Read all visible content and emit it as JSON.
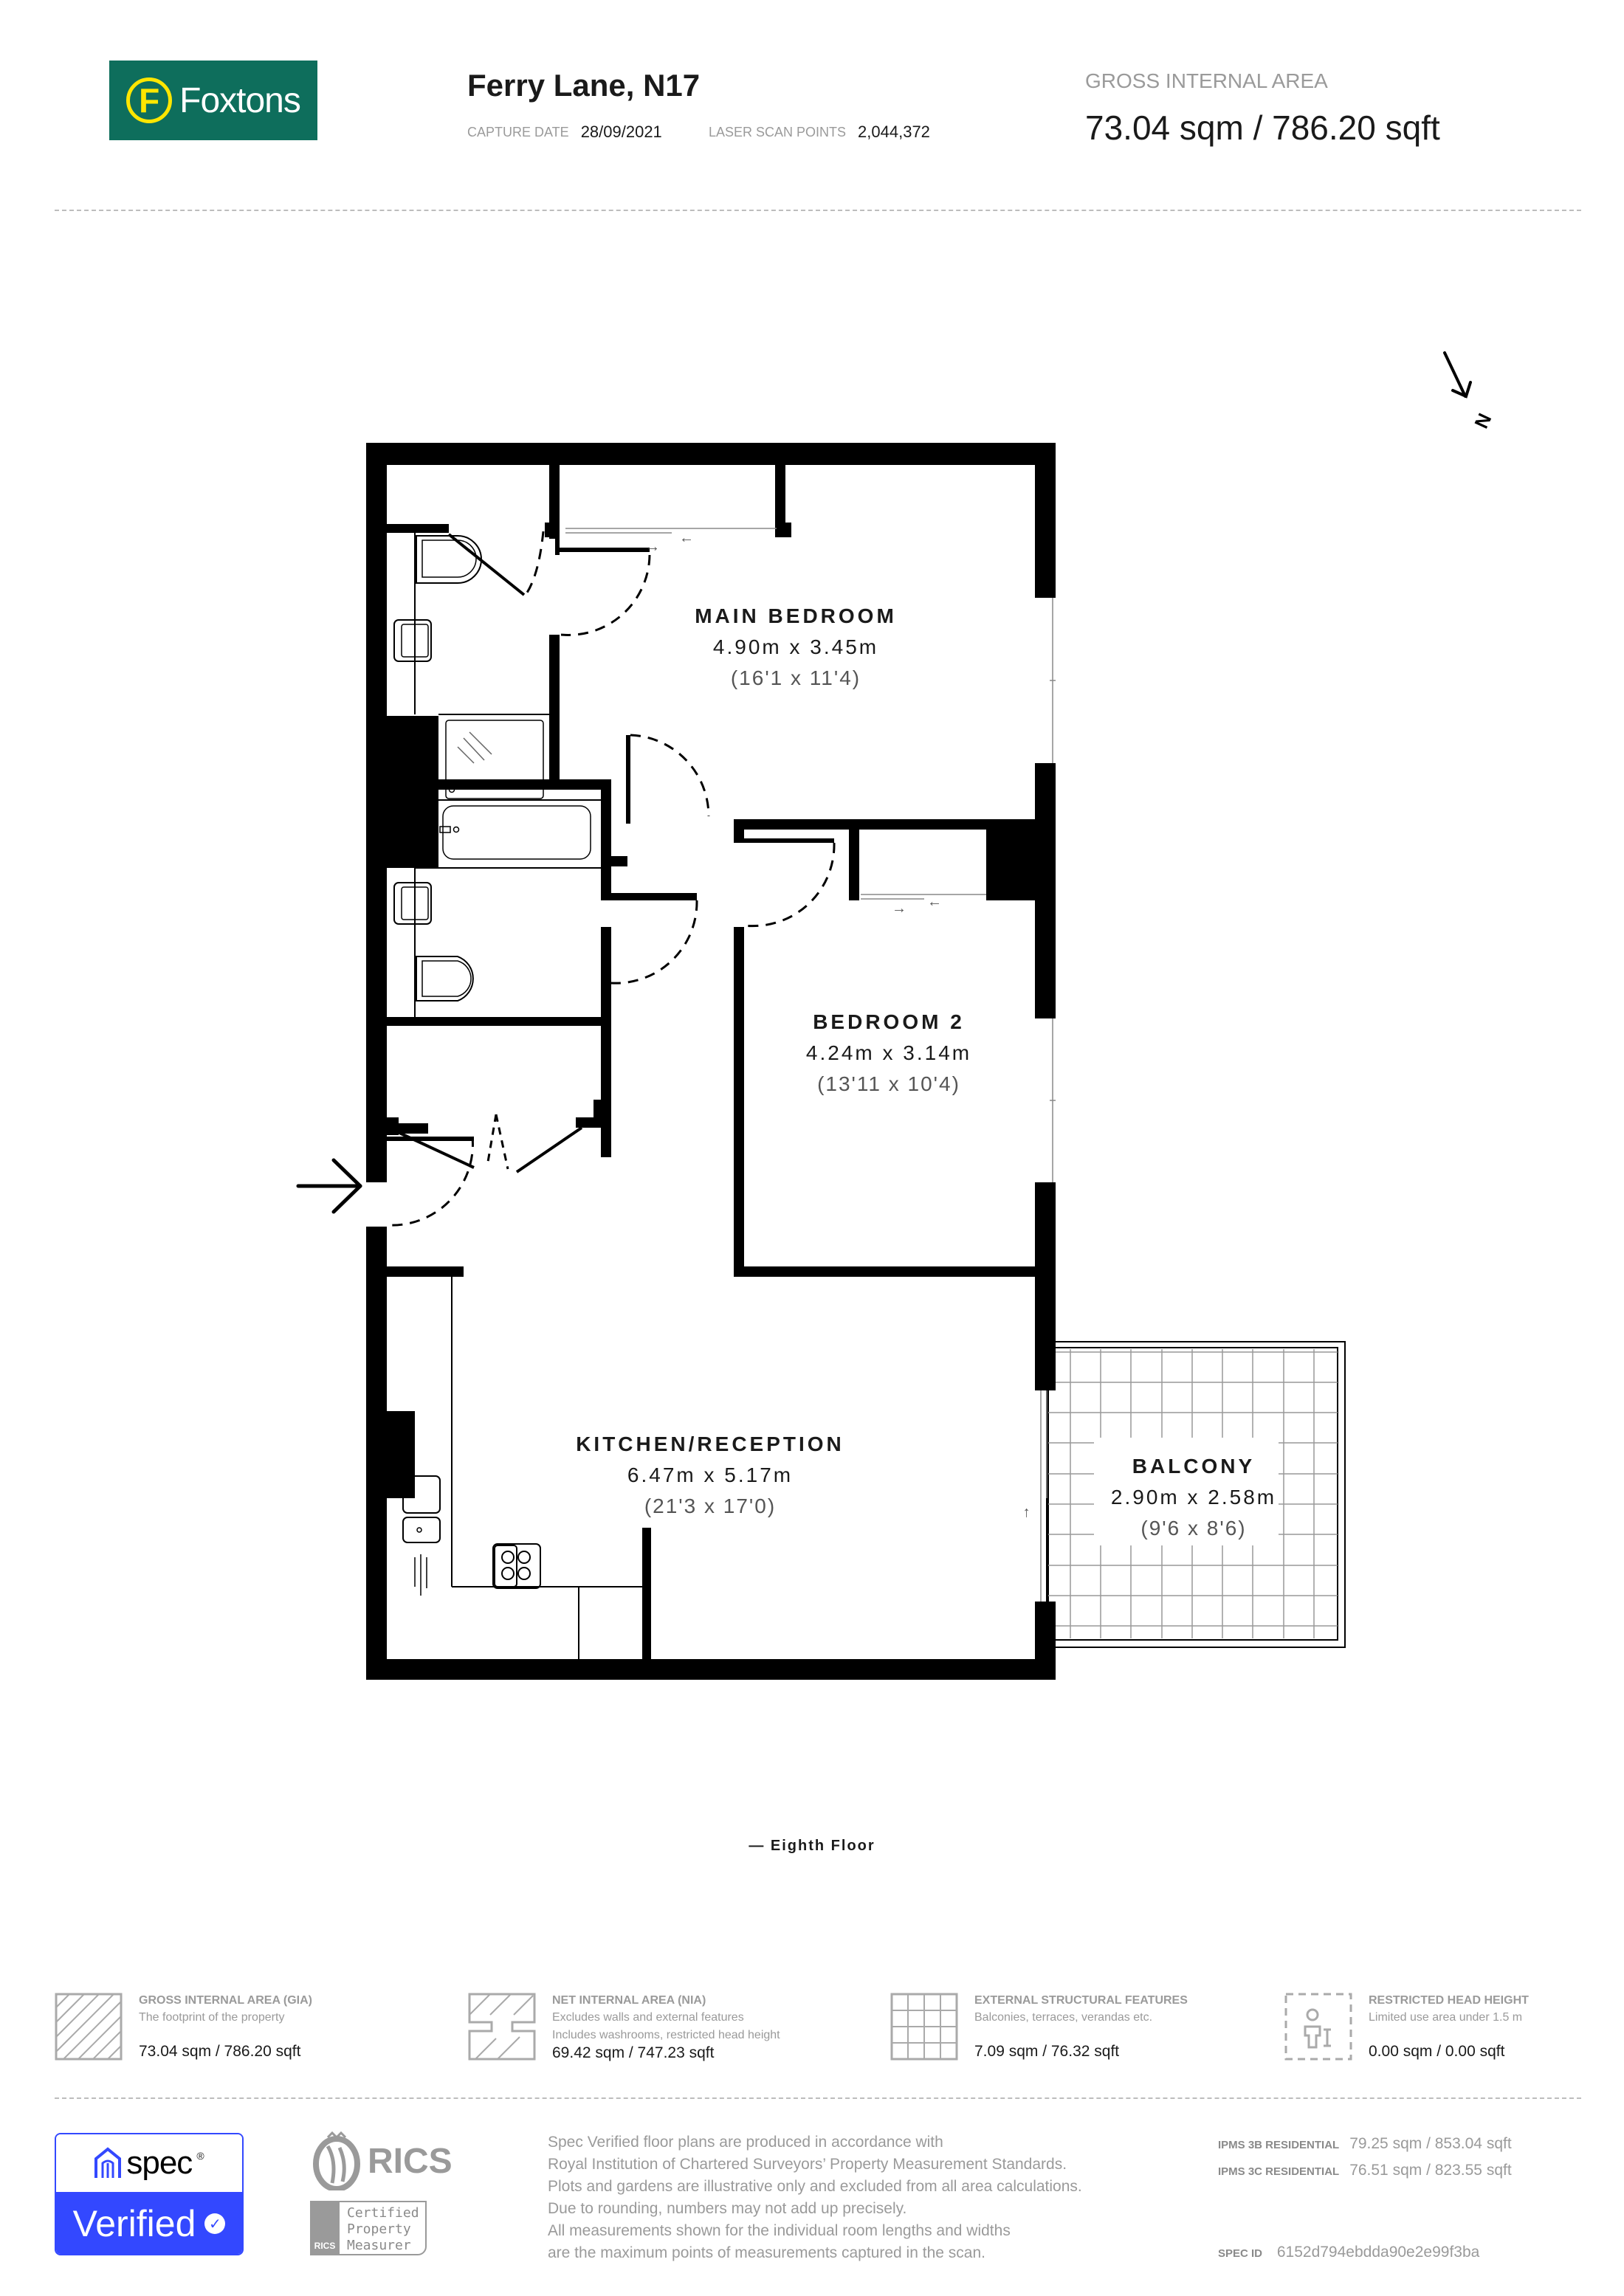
{
  "header": {
    "logo_letter": "F",
    "logo_text": "Foxtons",
    "title": "Ferry Lane, N17",
    "capture_date_label": "CAPTURE DATE",
    "capture_date": "28/09/2021",
    "scan_points_label": "LASER SCAN POINTS",
    "scan_points": "2,044,372",
    "gia_label": "GROSS INTERNAL AREA",
    "gia_value": "73.04 sqm / 786.20 sqft"
  },
  "compass": {
    "label": "N",
    "icon": "north-arrow-icon"
  },
  "rooms": [
    {
      "name": "MAIN BEDROOM",
      "metric": "4.90m x 3.45m",
      "imperial": "(16'1 x 11'4)"
    },
    {
      "name": "BEDROOM 2",
      "metric": "4.24m x 3.14m",
      "imperial": "(13'11 x 10'4)"
    },
    {
      "name": "KITCHEN/RECEPTION",
      "metric": "6.47m x 5.17m",
      "imperial": "(21'3 x 17'0)"
    },
    {
      "name": "BALCONY",
      "metric": "2.90m x 2.58m",
      "imperial": "(9'6 x 8'6)"
    }
  ],
  "floor_label": "— Eighth Floor",
  "legend": [
    {
      "title": "GROSS INTERNAL AREA (GIA)",
      "desc": [
        "The footprint of the property"
      ],
      "value": "73.04 sqm / 786.20 sqft",
      "icon": "hatched-area-icon"
    },
    {
      "title": "NET INTERNAL AREA (NIA)",
      "desc": [
        "Excludes walls and external features",
        "Includes washrooms, restricted head height"
      ],
      "value": "69.42 sqm / 747.23 sqft",
      "icon": "net-area-icon"
    },
    {
      "title": "EXTERNAL STRUCTURAL FEATURES",
      "desc": [
        "Balconies, terraces, verandas etc."
      ],
      "value": "7.09 sqm / 76.32 sqft",
      "icon": "grid-area-icon"
    },
    {
      "title": "RESTRICTED HEAD HEIGHT",
      "desc": [
        "Limited use area under 1.5 m"
      ],
      "value": "0.00 sqm / 0.00 sqft",
      "icon": "person-height-icon"
    }
  ],
  "footer": {
    "spec_word": "spec",
    "spec_reg": "®",
    "verified": "Verified",
    "rics_word": "RICS",
    "rics_cert": [
      "Certified",
      "Property",
      "Measurer"
    ],
    "disclaimer": [
      "Spec Verified floor plans are produced in accordance with",
      "Royal Institution of Chartered Surveyors’ Property Measurement Standards.",
      "Plots and gardens are illustrative only and excluded from all area calculations.",
      "Due to rounding, numbers may not add up precisely.",
      "All measurements shown for the individual room lengths and widths",
      "are the maximum points of measurements captured in the scan."
    ],
    "ipms": [
      {
        "label": "IPMS 3B RESIDENTIAL",
        "value": "79.25 sqm / 853.04 sqft"
      },
      {
        "label": "IPMS 3C RESIDENTIAL",
        "value": "76.51 sqm / 823.55 sqft"
      }
    ],
    "spec_id_label": "SPEC ID",
    "spec_id": "6152d794ebdda90e2e99f3ba"
  },
  "colors": {
    "brand_green": "#0e6e5c",
    "brand_yellow": "#ffe600",
    "spec_blue": "#3348ff",
    "wall": "#000000",
    "muted_text": "#9a9a9a"
  }
}
